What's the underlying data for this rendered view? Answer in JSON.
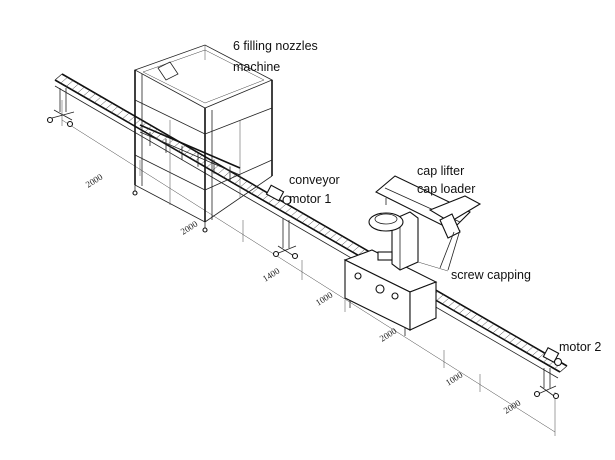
{
  "labels": {
    "filling_machine_line1": "6 filling nozzles",
    "filling_machine_line2": "machine",
    "cap_lifter": "cap lifter",
    "cap_loader": "cap loader",
    "conveyor_motor_line1": "conveyor",
    "conveyor_motor_line2": "motor 1",
    "screw_capping": "screw capping",
    "motor2": "motor 2"
  },
  "dimensions": [
    "2000",
    "2000",
    "1400",
    "1000",
    "2000",
    "1000",
    "2000"
  ]
}
